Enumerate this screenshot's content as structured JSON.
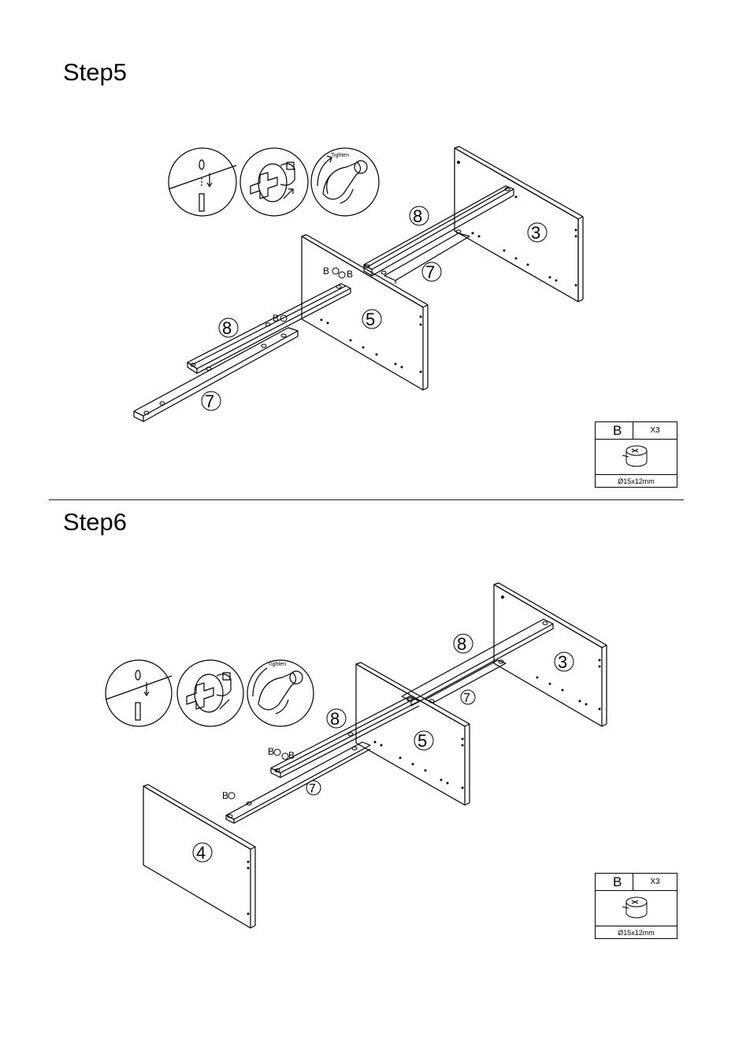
{
  "steps": [
    {
      "title": "Step5",
      "tighten_label": "Tighten",
      "part_labels": {
        "p3": "3",
        "p5": "5",
        "p7a": "7",
        "p7b": "7",
        "p8a": "8",
        "p8b": "8"
      },
      "fastener_labels": [
        "B",
        "B",
        "B"
      ],
      "hardware": {
        "code": "B",
        "qty": "X3",
        "size": "Ø15x12mm"
      }
    },
    {
      "title": "Step6",
      "tighten_label": "Tighten",
      "part_labels": {
        "p3": "3",
        "p4": "4",
        "p5": "5",
        "p7a": "7",
        "p7b": "7",
        "p8a": "8",
        "p8b": "8"
      },
      "fastener_labels": [
        "B",
        "B",
        "B"
      ],
      "hardware": {
        "code": "B",
        "qty": "X3",
        "size": "Ø15x12mm"
      }
    }
  ],
  "icons": [
    "dowel-insert-icon",
    "cam-lock-insert-icon",
    "tighten-cam-icon",
    "cam-lock-fitting-icon"
  ]
}
